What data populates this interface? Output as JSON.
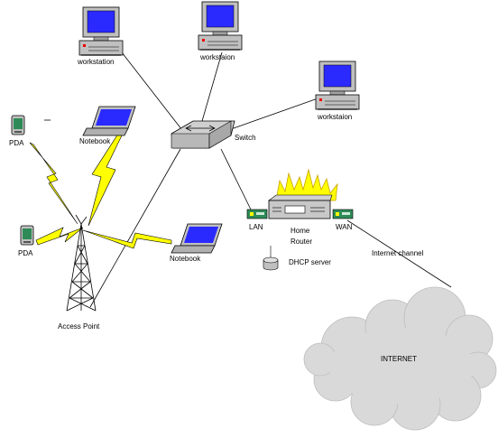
{
  "nodes": {
    "workstation_1": "workstation",
    "workstation_2": "workstaion",
    "workstation_3": "workstaion",
    "switch": "Switch",
    "notebook_1": "Notebook",
    "notebook_2": "Notebook",
    "pda_1": "PDA",
    "pda_2": "PDA",
    "access_point": "Access Point",
    "lan_port": "LAN",
    "wan_port": "WAN",
    "router_line1": "Home",
    "router_line2": "Router",
    "dhcp_server": "DHCP server",
    "internet_channel": "Internet channel",
    "internet": "INTERNET"
  },
  "colors": {
    "screen": "#2a2aff",
    "lightning": "#ffff00",
    "firewall_flame": "#ffff00",
    "cloud": "#d9d9d9",
    "port_green": "#2e8b57",
    "case_gray": "#c0c0c0"
  }
}
